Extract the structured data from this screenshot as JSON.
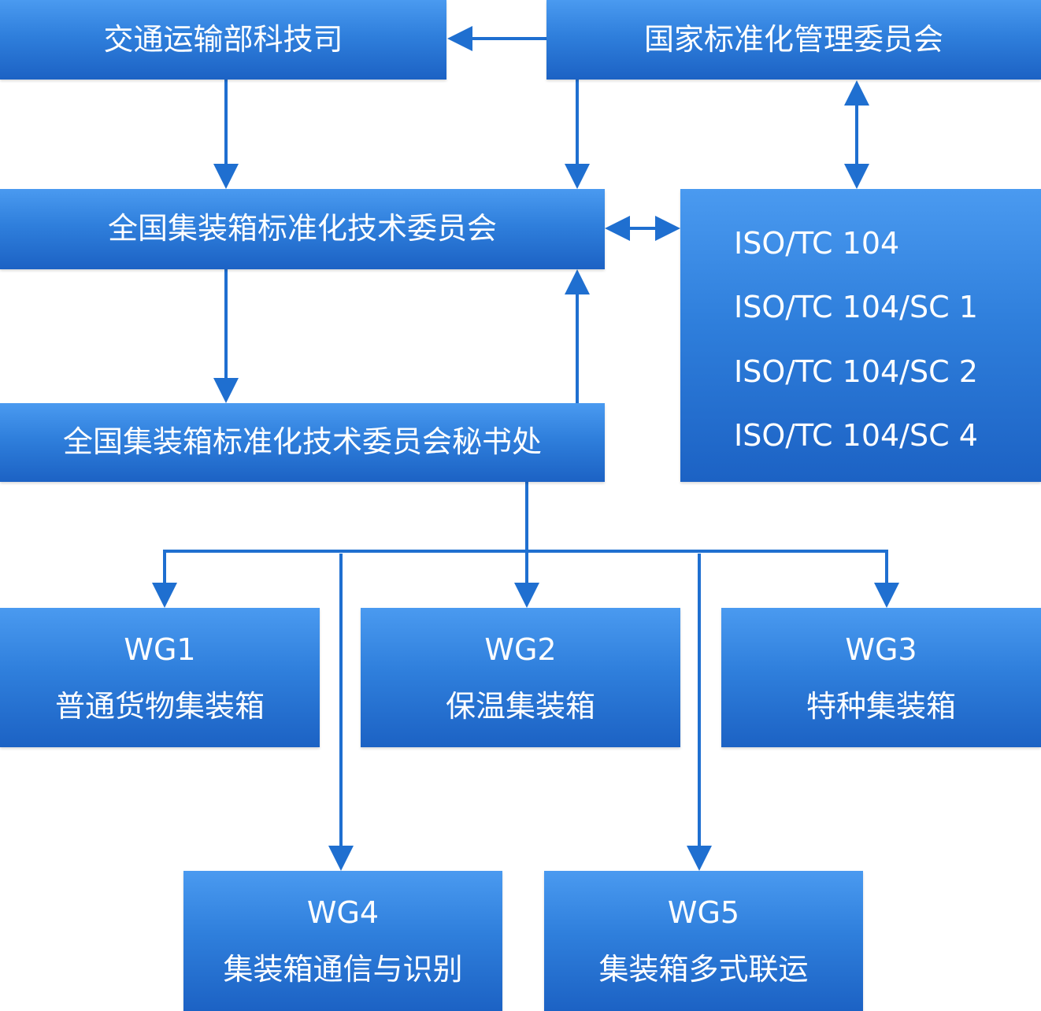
{
  "nodes": {
    "mot": "交通运输部科技司",
    "sac": "国家标准化管理委员会",
    "tc": "全国集装箱标准化技术委员会",
    "secretariat": "全国集装箱标准化技术委员会秘书处",
    "iso": [
      "ISO/TC 104",
      "ISO/TC 104/SC 1",
      "ISO/TC 104/SC 2",
      "ISO/TC 104/SC 4"
    ],
    "wg1": {
      "code": "WG1",
      "name": "普通货物集装箱"
    },
    "wg2": {
      "code": "WG2",
      "name": "保温集装箱"
    },
    "wg3": {
      "code": "WG3",
      "name": "特种集装箱"
    },
    "wg4": {
      "code": "WG4",
      "name": "集装箱通信与识别"
    },
    "wg5": {
      "code": "WG5",
      "name": "集装箱多式联运"
    }
  },
  "colors": {
    "box_top": "#4a9af0",
    "box_bottom": "#1c62c4",
    "connector": "#1f6fd0",
    "text": "#ffffff"
  }
}
